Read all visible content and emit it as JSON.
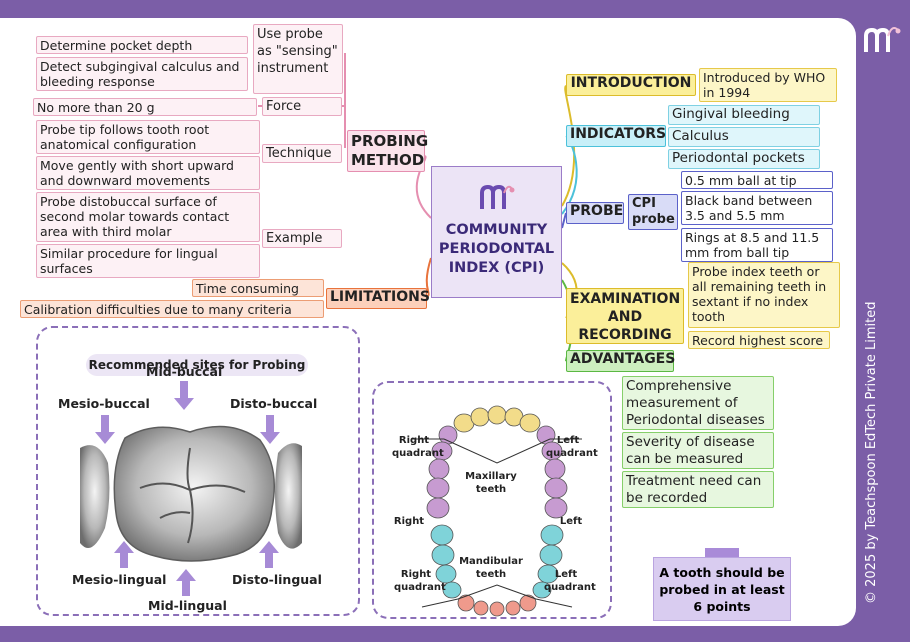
{
  "center": {
    "title": "COMMUNITY PERIODONTAL INDEX (CPI)"
  },
  "probing_method": {
    "label": "PROBING METHOD",
    "use_probe": {
      "label": "Use probe as \"sensing\" instrument",
      "items": [
        "Determine pocket depth",
        "Detect subgingival calculus and bleeding response"
      ]
    },
    "force": {
      "label": "Force",
      "value": "No more than 20 g"
    },
    "technique": {
      "label": "Technique",
      "items": [
        "Probe tip follows tooth root anatomical configuration",
        "Move gently with short upward and downward movements"
      ]
    },
    "example": {
      "label": "Example",
      "items": [
        "Probe distobuccal surface of second molar towards contact area with third molar",
        "Similar procedure for lingual surfaces"
      ]
    }
  },
  "limitations": {
    "label": "LIMITATIONS",
    "items": [
      "Time consuming",
      "Calibration difficulties due to many criteria"
    ]
  },
  "introduction": {
    "label": "INTRODUCTION",
    "text": "Introduced by WHO in 1994"
  },
  "indicators": {
    "label": "INDICATORS",
    "items": [
      "Gingival bleeding",
      "Calculus",
      "Periodontal pockets"
    ]
  },
  "probe": {
    "label": "PROBE",
    "sub": "CPI probe",
    "items": [
      "0.5 mm ball at tip",
      "Black band between 3.5 and 5.5 mm",
      "Rings at 8.5 and 11.5 mm from ball tip"
    ]
  },
  "examination": {
    "label": "EXAMINATION AND RECORDING",
    "items": [
      "Probe index teeth or all remaining teeth in sextant if no index tooth",
      "Record highest score"
    ]
  },
  "advantages": {
    "label": "ADVANTAGES",
    "items": [
      "Comprehensive measurement of Periodontal diseases",
      "Severity of disease can be measured",
      "Treatment need can be recorded"
    ]
  },
  "recommended": {
    "title": "Recommended sites for Probing",
    "sites": {
      "mid_buccal": "Mid-buccal",
      "mesio_buccal": "Mesio-buccal",
      "disto_buccal": "Disto-buccal",
      "mesio_lingual": "Mesio-lingual",
      "disto_lingual": "Disto-lingual",
      "mid_lingual": "Mid-lingual"
    }
  },
  "dental_chart": {
    "right_quadrant_top": "Right quadrant",
    "left_quadrant_top": "Left quadrant",
    "maxillary": "Maxillary teeth",
    "right": "Right",
    "left": "Left",
    "mandibular": "Mandibular teeth",
    "right_quadrant_bottom": "Right quadrant",
    "left_quadrant_bottom": "Left quadrant"
  },
  "note": "A tooth should be probed in at least 6 points",
  "copyright": "© 2025 by Teachspoon EdTech Private Limited",
  "colors": {
    "frame": "#7b5ea7",
    "pink": "#e58fb0",
    "orange": "#e8733c",
    "yellow": "#dcbc2b",
    "cyan": "#4cc1da",
    "blue": "#5b61c9",
    "green": "#5bb843",
    "purple": "#9b7cc8"
  }
}
